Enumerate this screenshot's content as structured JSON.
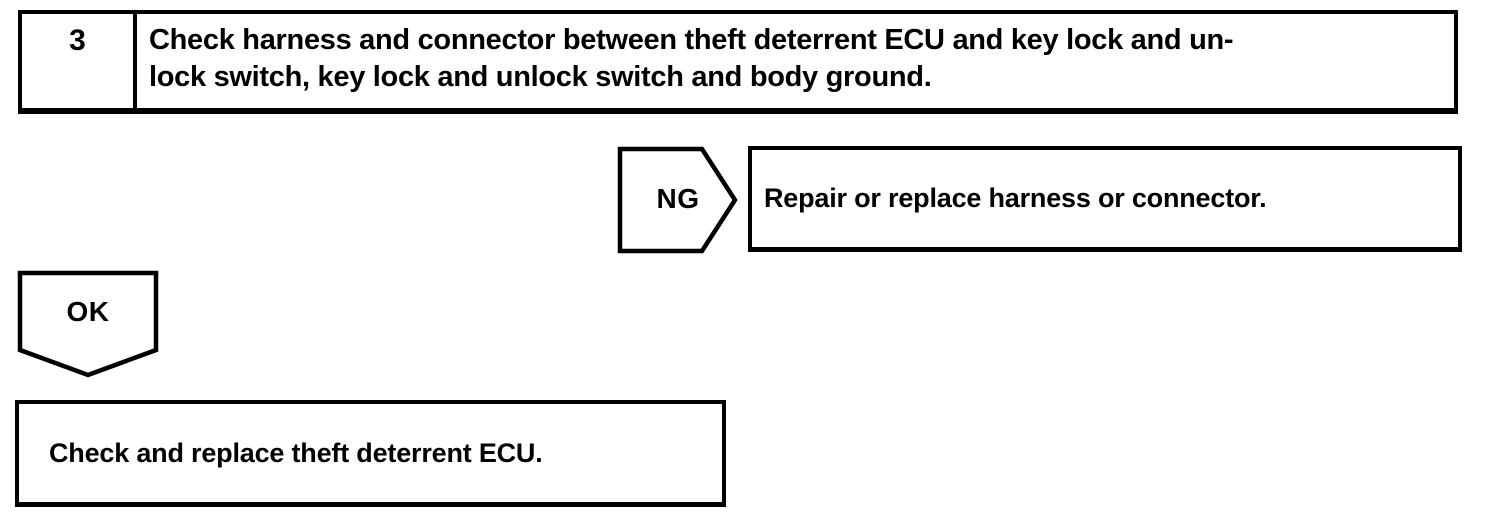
{
  "flowchart": {
    "step": {
      "number": "3",
      "instruction_line1": "Check harness and connector between theft deterrent ECU and key lock and un-",
      "instruction_line2": "lock switch, key lock and unlock switch and body ground."
    },
    "ng": {
      "label": "NG",
      "result": "Repair or replace harness or connector."
    },
    "ok": {
      "label": "OK",
      "result": "Check and replace theft deterrent ECU."
    },
    "colors": {
      "ink": "#000000",
      "background": "#ffffff"
    }
  }
}
